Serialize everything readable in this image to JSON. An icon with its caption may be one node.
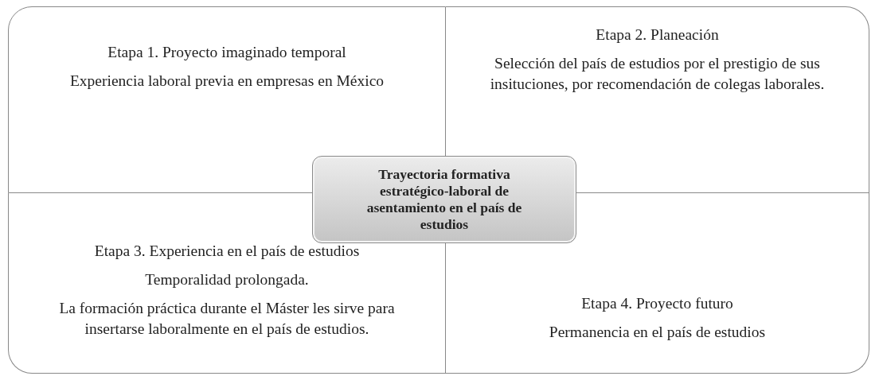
{
  "diagram": {
    "nodes": [
      {
        "text": [
          "Etapa 1. Proyecto imaginado temporal",
          "Experiencia laboral previa en empresas en México"
        ]
      },
      {
        "text": [
          "Etapa 2. Planeación",
          "Selección del país de estudios por el prestigio de sus insituciones, por recomendación de colegas laborales."
        ]
      },
      {
        "text": [
          "Trayectoria formativa estratégico-laboral de asentamiento en el país de estudios"
        ]
      },
      {
        "text": [
          "Etapa 3. Experiencia en el país de estudios",
          "Temporalidad prolongada.",
          "La formación práctica durante el Máster les sirve para insertarse laboralmente en el país de estudios."
        ]
      },
      {
        "text": [
          "Etapa 4. Proyecto futuro",
          "Permanencia en el país de estudios"
        ]
      }
    ]
  }
}
